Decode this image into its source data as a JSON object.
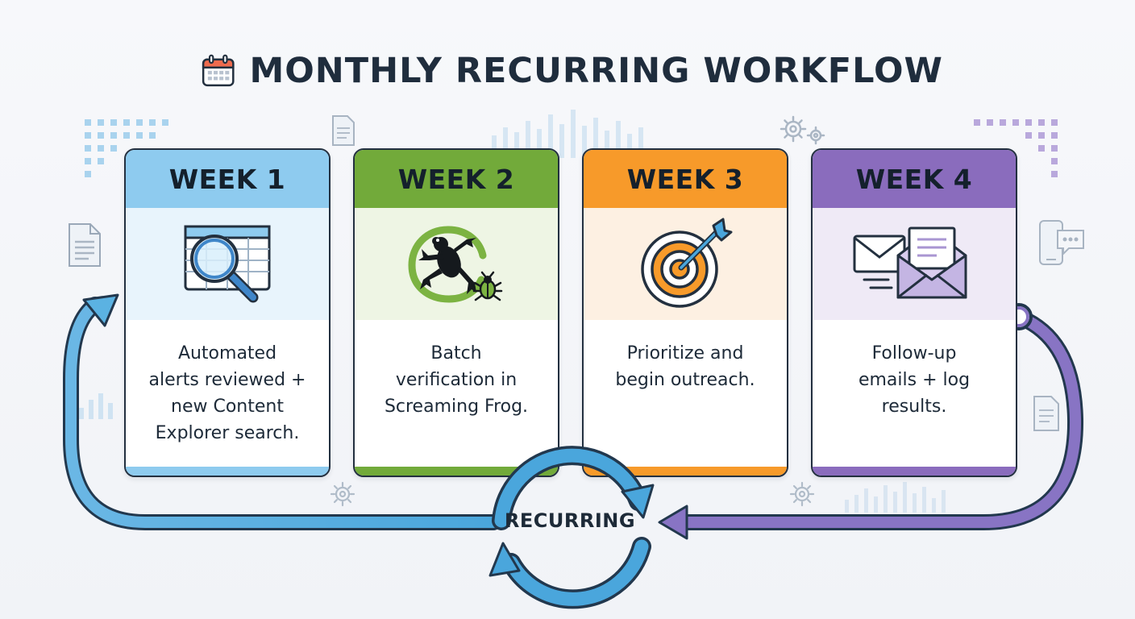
{
  "title": "MONTHLY RECURRING WORKFLOW",
  "colors": {
    "ink": "#1f2d3d",
    "week1": "#8ecbef",
    "week1_body": "#e8f4fc",
    "week2": "#72aa3a",
    "week2_body": "#eef5e4",
    "week3": "#f79a2a",
    "week3_body": "#fdf0e2",
    "week4": "#8a6cbd",
    "week4_body": "#efeaf6",
    "arrow_blue": "#5bb2e2",
    "arrow_purple": "#8874c4"
  },
  "weeks": [
    {
      "label": "WEEK 1",
      "text": "Automated\nalerts reviewed +\nnew Content\nExplorer search.",
      "icon": "spreadsheet-magnifier-icon"
    },
    {
      "label": "WEEK 2",
      "text": "Batch\nverification in\nScreaming Frog.",
      "icon": "frog-bug-icon"
    },
    {
      "label": "WEEK 3",
      "text": "Prioritize and\nbegin outreach.",
      "icon": "target-arrow-icon"
    },
    {
      "label": "WEEK 4",
      "text": "Follow-up\nemails + log\nresults.",
      "icon": "envelopes-icon"
    }
  ],
  "cycle": {
    "label": "RECURRING",
    "icon": "cycle-arrows-icon"
  },
  "decorations": [
    "calendar-icon",
    "document-icon",
    "gear-icon",
    "bar-pattern",
    "dot-grid",
    "phone-chat-icon"
  ]
}
